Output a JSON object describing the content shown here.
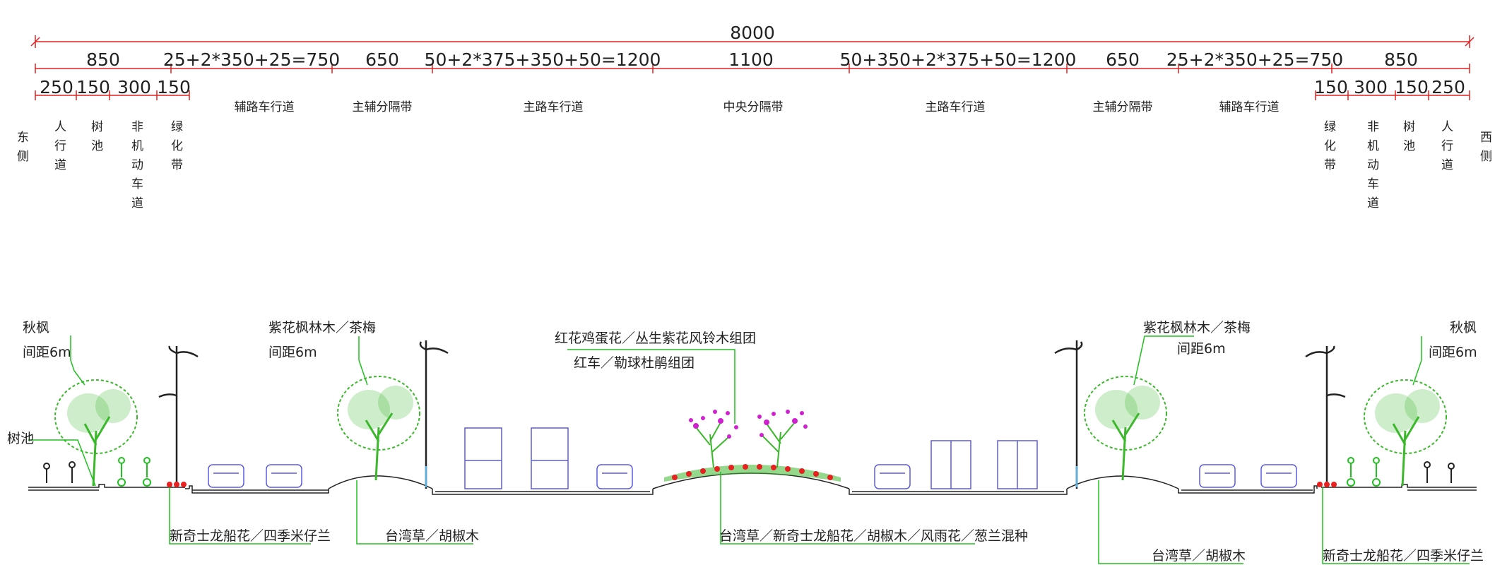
{
  "total_width": "8000",
  "dims_row2": [
    "850",
    "25+2*350+25=750",
    "650",
    "50+2*375+350+50=1200",
    "1100",
    "50+350+2*375+50=1200",
    "650",
    "25+2*350+25=750",
    "850"
  ],
  "dims_row3_left": [
    "250",
    "150",
    "300",
    "150"
  ],
  "dims_row3_right": [
    "150",
    "300",
    "150",
    "250"
  ],
  "side_labels": {
    "east": "东侧",
    "west": "西侧"
  },
  "vertical_labels_left": [
    "人行道",
    "树池",
    "非机动车道",
    "绿化带"
  ],
  "vertical_labels_right": [
    "绿化带",
    "非机动车道",
    "树池",
    "人行道"
  ],
  "horizontal_labels": [
    "辅路车行道",
    "主辅分隔带",
    "主路车行道",
    "中央分隔带",
    "主路车行道",
    "主辅分隔带",
    "辅路车行道"
  ],
  "plant_labels": {
    "left_tree_name": "秋枫",
    "left_tree_spacing": "间距6m",
    "left_tree_pit": "树池",
    "left_sep_tree": "紫花枫林木／茶梅",
    "left_sep_spacing": "间距6m",
    "center_line1": "红花鸡蛋花／丛生紫花风铃木组团",
    "center_line2": "红车／勒球杜鹃组团",
    "right_sep_tree": "紫花枫林木／茶梅",
    "right_sep_spacing": "间距6m",
    "right_tree_name": "秋枫",
    "right_tree_spacing": "间距6m",
    "left_ground_greenbelt": "新奇士龙船花／四季米仔兰",
    "left_ground_sep": "台湾草／胡椒木",
    "center_ground": "台湾草／新奇士龙船花／胡椒木／风雨花／葱兰混种",
    "right_ground_sep": "台湾草／胡椒木",
    "right_ground_greenbelt": "新奇士龙船花／四季米仔兰"
  },
  "colors": {
    "dimension_line": "#e02020",
    "leader_line": "#20c020",
    "tree_green": "#3cb82c",
    "vehicle_blue": "#5a5ae0",
    "flower_red": "#e82020",
    "flower_magenta": "#d020d0",
    "line_dark": "#222222"
  }
}
